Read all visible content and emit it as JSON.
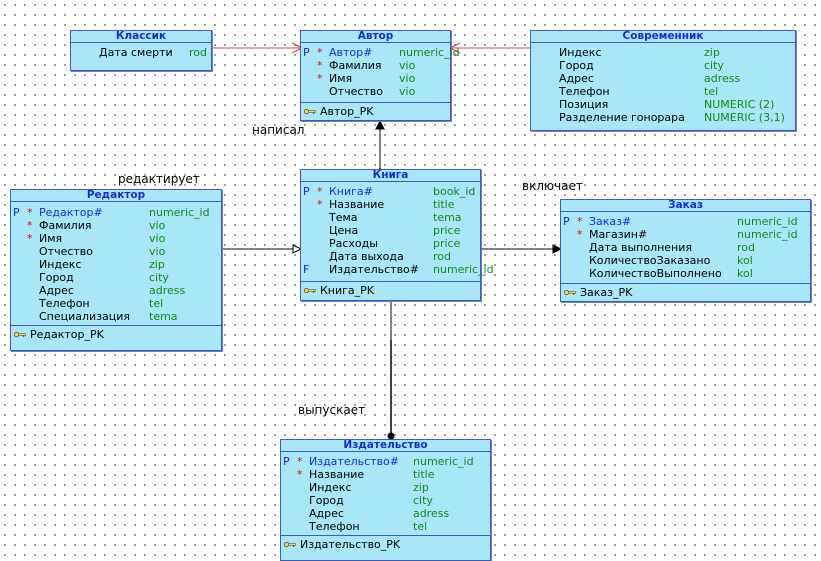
{
  "entities": {
    "klassik": {
      "title": "Классик",
      "attrs": [
        {
          "flag": "",
          "req": "",
          "name": "Дата смерти",
          "type": "rod"
        }
      ],
      "key": ""
    },
    "avtor": {
      "title": "Автор",
      "attrs": [
        {
          "flag": "P",
          "req": "*",
          "name": "Автор#",
          "type": "numeric_id"
        },
        {
          "flag": "",
          "req": "*",
          "name": "Фамилия",
          "type": "vio"
        },
        {
          "flag": "",
          "req": "*",
          "name": "Имя",
          "type": "vio"
        },
        {
          "flag": "",
          "req": "",
          "name": "Отчество",
          "type": "vio"
        }
      ],
      "key": "Автор_PK"
    },
    "sovremennik": {
      "title": "Современник",
      "attrs": [
        {
          "flag": "",
          "req": "",
          "name": "Индекс",
          "type": "zip"
        },
        {
          "flag": "",
          "req": "",
          "name": "Город",
          "type": "city"
        },
        {
          "flag": "",
          "req": "",
          "name": "Адрес",
          "type": "adress"
        },
        {
          "flag": "",
          "req": "",
          "name": "Телефон",
          "type": "tel"
        },
        {
          "flag": "",
          "req": "",
          "name": "Позиция",
          "type": "NUMERIC (2)"
        },
        {
          "flag": "",
          "req": "",
          "name": "Разделение гонорара",
          "type": "NUMERIC (3,1)"
        }
      ],
      "key": ""
    },
    "kniga": {
      "title": "Книга",
      "attrs": [
        {
          "flag": "P",
          "req": "*",
          "name": "Книга#",
          "type": "book_id"
        },
        {
          "flag": "",
          "req": "*",
          "name": "Название",
          "type": "title"
        },
        {
          "flag": "",
          "req": "",
          "name": "Тема",
          "type": "tema"
        },
        {
          "flag": "",
          "req": "",
          "name": "Цена",
          "type": "price"
        },
        {
          "flag": "",
          "req": "",
          "name": "Расходы",
          "type": "price"
        },
        {
          "flag": "",
          "req": "",
          "name": "Дата выхода",
          "type": "rod"
        },
        {
          "flag": "F",
          "req": "",
          "name": "Издательство#",
          "type": "numeric_id"
        }
      ],
      "key": "Книга_PK"
    },
    "redaktor": {
      "title": "Редактор",
      "attrs": [
        {
          "flag": "P",
          "req": "*",
          "name": "Редактор#",
          "type": "numeric_id"
        },
        {
          "flag": "",
          "req": "*",
          "name": "Фамилия",
          "type": "vio"
        },
        {
          "flag": "",
          "req": "*",
          "name": "Имя",
          "type": "vio"
        },
        {
          "flag": "",
          "req": "",
          "name": "Отчество",
          "type": "vio"
        },
        {
          "flag": "",
          "req": "",
          "name": "Индекс",
          "type": "zip"
        },
        {
          "flag": "",
          "req": "",
          "name": "Город",
          "type": "city"
        },
        {
          "flag": "",
          "req": "",
          "name": "Адрес",
          "type": "adress"
        },
        {
          "flag": "",
          "req": "",
          "name": "Телефон",
          "type": "tel"
        },
        {
          "flag": "",
          "req": "",
          "name": "Специализация",
          "type": "tema"
        }
      ],
      "key": "Редактор_PK"
    },
    "zakaz": {
      "title": "Заказ",
      "attrs": [
        {
          "flag": "P",
          "req": "*",
          "name": "Заказ#",
          "type": "numeric_id"
        },
        {
          "flag": "",
          "req": "*",
          "name": "Магазин#",
          "type": "numeric_id"
        },
        {
          "flag": "",
          "req": "",
          "name": "Дата выполнения",
          "type": "rod"
        },
        {
          "flag": "",
          "req": "",
          "name": "КоличествоЗаказано",
          "type": "kol"
        },
        {
          "flag": "",
          "req": "",
          "name": "КоличествоВыполнено",
          "type": "kol"
        }
      ],
      "key": "Заказ_PK"
    },
    "izdatelstvo": {
      "title": "Издательство",
      "attrs": [
        {
          "flag": "P",
          "req": "*",
          "name": "Издательство#",
          "type": "numeric_id"
        },
        {
          "flag": "",
          "req": "*",
          "name": "Название",
          "type": "title"
        },
        {
          "flag": "",
          "req": "",
          "name": "Индекс",
          "type": "zip"
        },
        {
          "flag": "",
          "req": "",
          "name": "Город",
          "type": "city"
        },
        {
          "flag": "",
          "req": "",
          "name": "Адрес",
          "type": "adress"
        },
        {
          "flag": "",
          "req": "",
          "name": "Телефон",
          "type": "tel"
        }
      ],
      "key": "Издательство_PK"
    }
  },
  "relations": {
    "napisal": "написал",
    "redaktiruet": "редактирует",
    "vklyuchaet": "включает",
    "vypuskaet": "выпускает"
  },
  "colors": {
    "entity_fill": "#a9e6f7",
    "entity_border": "#3a5bbf",
    "title_text": "#1a2ad6",
    "type_text": "#138a13",
    "required_star": "#d01010",
    "subtype_arrow": "#e84040"
  }
}
